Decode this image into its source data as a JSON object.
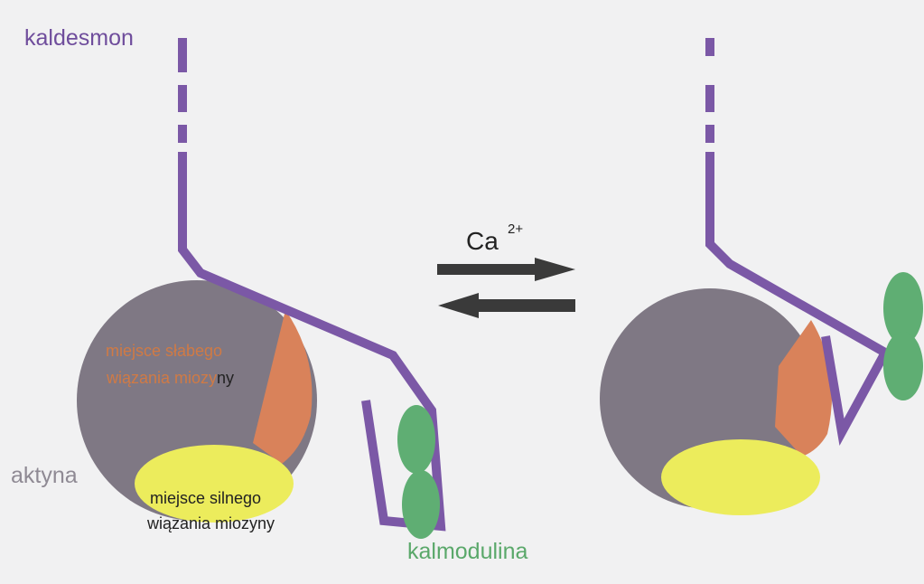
{
  "labels": {
    "kaldesmon": "kaldesmon",
    "aktyna": "aktyna",
    "weak_site_part1": "miejsce słabego",
    "weak_site_part2a": "wiązania miozy",
    "weak_site_part2b": "ny",
    "strong_site_line1": "miejsce silnego",
    "strong_site_line2": "wiązania miozyny",
    "calcium": "Ca",
    "calcium_charge": "2+",
    "kalmodulina": "kalmodulina"
  },
  "colors": {
    "background": "#f1f1f2",
    "kaldesmon": "#7b58a6",
    "actin": "#7f7884",
    "weak_site": "#d9825a",
    "strong_site": "#ecec5c",
    "calmodulin": "#5fae73",
    "arrow": "#3a3a3a",
    "kaldesmon_label": "#6f4d9c",
    "aktyna_label": "#8f8a94",
    "weak_label": "#d07a45",
    "calmodulin_label": "#5aa86a",
    "text_dark": "#222222"
  }
}
